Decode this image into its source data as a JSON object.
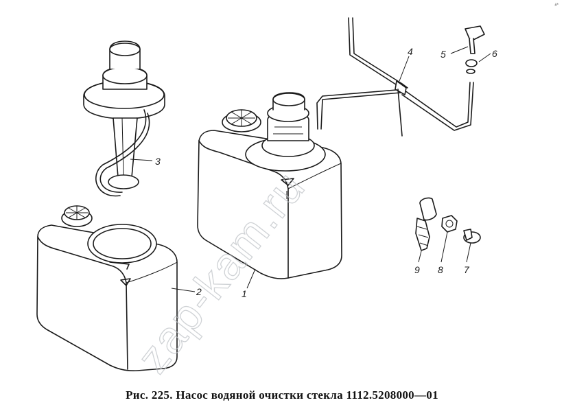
{
  "caption": "Рис. 225. Насос водяной очистки стекла 1112.5208000—01",
  "watermark": "zap-kam.ru",
  "corner_mark": "#*",
  "callouts": [
    {
      "id": "1",
      "label": "1"
    },
    {
      "id": "2",
      "label": "2"
    },
    {
      "id": "3",
      "label": "3"
    },
    {
      "id": "4",
      "label": "4"
    },
    {
      "id": "5",
      "label": "5"
    },
    {
      "id": "6",
      "label": "6"
    },
    {
      "id": "7",
      "label": "7"
    },
    {
      "id": "8",
      "label": "8"
    },
    {
      "id": "9",
      "label": "9"
    }
  ]
}
